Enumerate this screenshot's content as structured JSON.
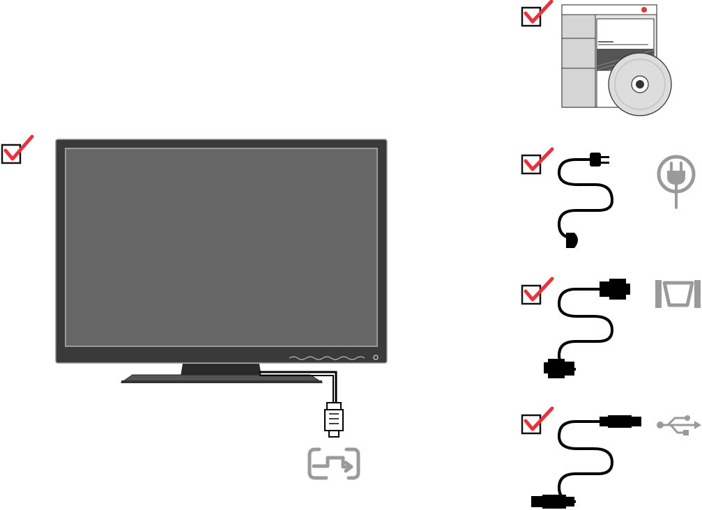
{
  "colors": {
    "check_red": "#e8323c",
    "box_black": "#111111",
    "bezel": "#3a3a3a",
    "screen": "#666666",
    "screen_border": "#9a9a9a",
    "icon_gray": "#9a9a9a",
    "cable_black": "#000000"
  },
  "items": [
    {
      "id": "monitor",
      "checked": true,
      "icon": "vga-input-icon"
    },
    {
      "id": "documentation-and-cd",
      "checked": true,
      "icon": "cd-icon"
    },
    {
      "id": "power-cable",
      "checked": true,
      "icon": "power-plug-icon"
    },
    {
      "id": "video-cable",
      "checked": true,
      "icon": "vga-port-icon"
    },
    {
      "id": "usb-cable",
      "checked": true,
      "icon": "usb-icon"
    }
  ]
}
